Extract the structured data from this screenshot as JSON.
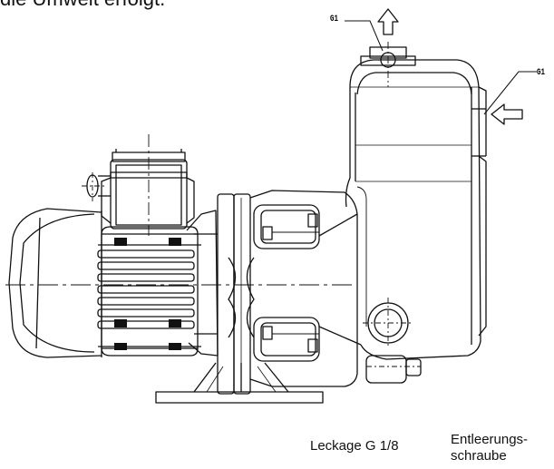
{
  "top_text": "die Umwelt erfolgt.",
  "callouts": {
    "outlet_port": "G1",
    "inlet_port": "G1"
  },
  "labels": {
    "leakage": "Leckage G 1/8",
    "drain_line1": "Entleerungs-",
    "drain_line2": "schraube"
  },
  "colors": {
    "line": "#111111",
    "background": "#ffffff"
  },
  "icons": [
    "up-arrow-icon",
    "left-arrow-icon"
  ]
}
